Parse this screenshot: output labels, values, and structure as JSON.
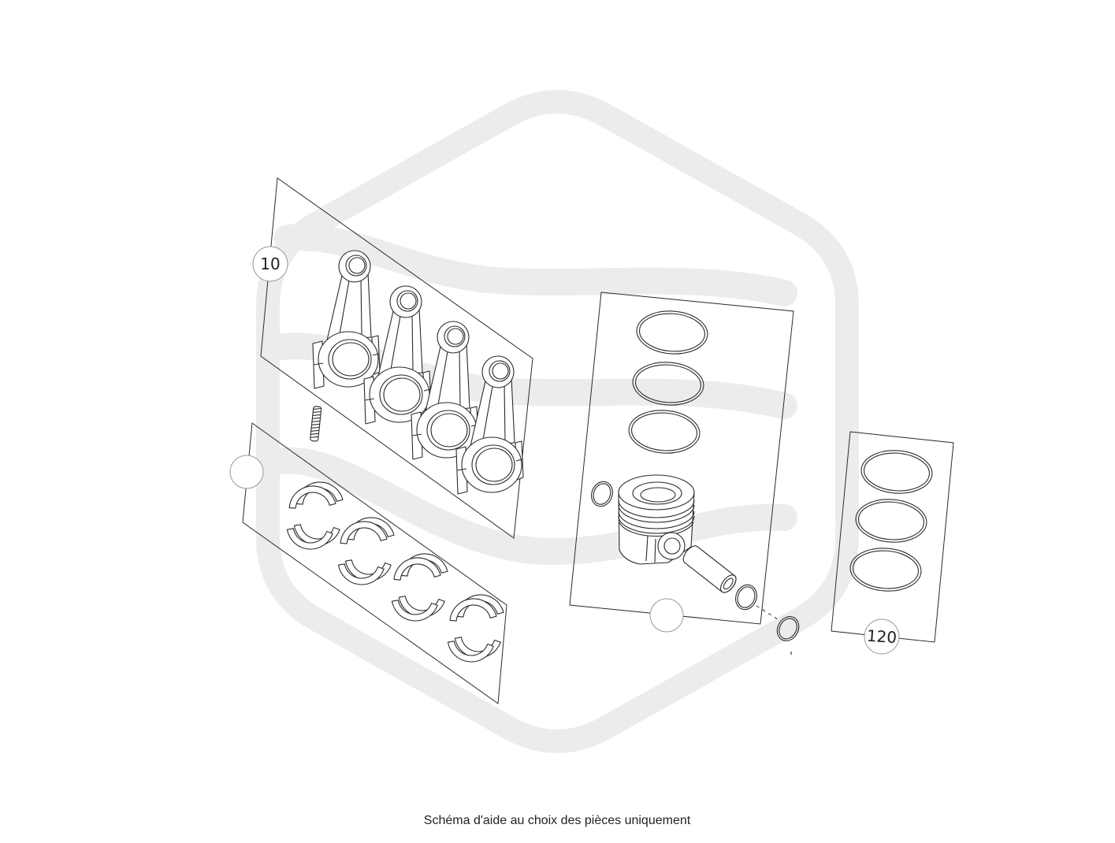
{
  "diagram": {
    "callouts": [
      {
        "label": "10"
      },
      {
        "label": "120"
      }
    ],
    "caption": "Schéma d'aide au choix des pièces uniquement"
  },
  "colors": {
    "background": "#ffffff",
    "line": "#2b2b2b",
    "watermark": "#ececec",
    "callout_border": "#9a9a9a"
  }
}
